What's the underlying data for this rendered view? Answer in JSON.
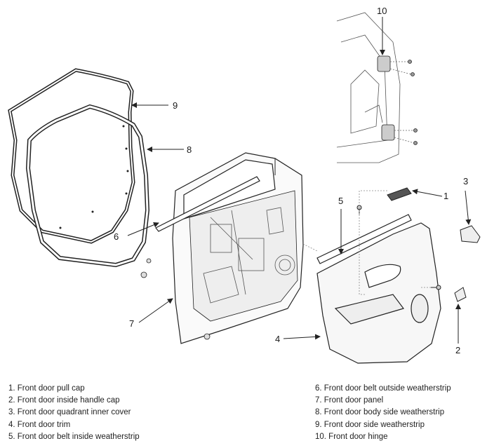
{
  "callouts": {
    "n1": "1",
    "n2": "2",
    "n3": "3",
    "n4": "4",
    "n5": "5",
    "n6": "6",
    "n7": "7",
    "n8": "8",
    "n9": "9",
    "n10": "10"
  },
  "legend": {
    "left": [
      "1. Front door pull cap",
      "2. Front door inside handle cap",
      "3. Front door quadrant inner cover",
      "4. Front door trim",
      "5. Front door belt inside weatherstrip"
    ],
    "right": [
      "6. Front door belt outside weatherstrip",
      "7. Front door panel",
      "8. Front door body side weatherstrip",
      "9. Front door side weatherstrip",
      "10. Front door hinge"
    ]
  }
}
